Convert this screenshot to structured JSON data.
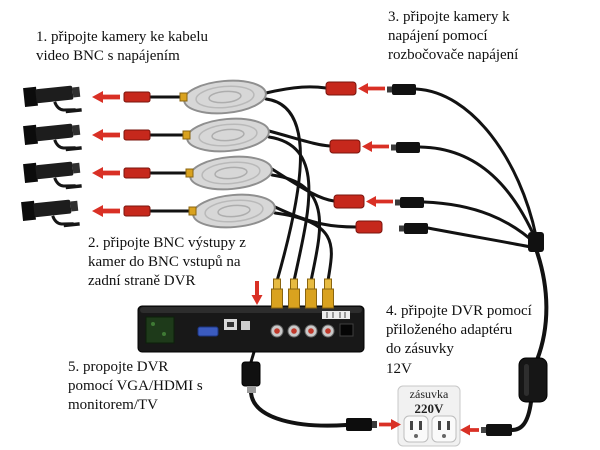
{
  "diagram": {
    "steps": {
      "step1": "1. připojte kamery ke kabelu\nvideo BNC s napájením",
      "step2": "2. připojte BNC výstupy z\nkamer do BNC vstupů na\nzadní straně DVR",
      "step3": "3. připojte kamery k\nnapájení pomocí\nrozbočovače napájení",
      "step4": "4. připojte DVR pomocí\npřiloženého adaptéru\ndo zásuvky\n12V",
      "step5": "5. propojte DVR\npomocí VGA/HDMI s\nmonitorem/TV"
    },
    "outlet": {
      "name": "zásuvka",
      "voltage": "220V"
    },
    "colors": {
      "arrow_red": "#d93025",
      "connector_red": "#c6281c",
      "bnc_yellow": "#d9a21f",
      "cable_black": "#121212"
    }
  }
}
